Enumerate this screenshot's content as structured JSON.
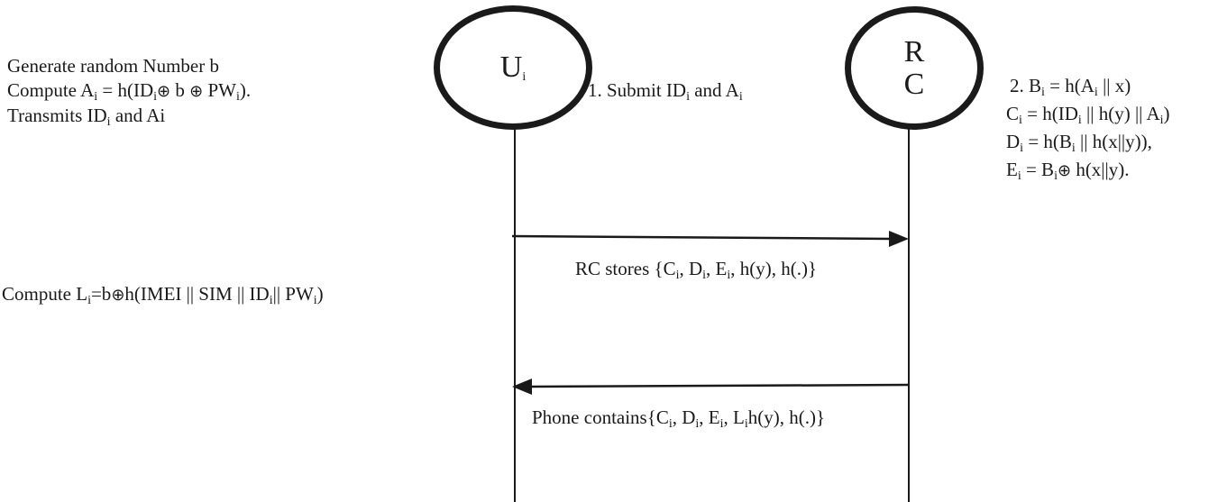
{
  "actors": {
    "user": {
      "name": "U",
      "sub": "i"
    },
    "rc": {
      "line1": "R",
      "line2": "C"
    }
  },
  "left_steps": {
    "line1": "Generate random Number b",
    "line2": {
      "p1": "Compute A",
      "s1": "i",
      "p2": " = h(ID",
      "s2": "i",
      "op1": "⊕",
      "p3": " b ",
      "op2": "⊕",
      "p4": " PW",
      "s3": "i",
      "p5": ")."
    },
    "line3": "Transmits ID",
    "line3_sub": "i",
    "line3_tail": " and Ai"
  },
  "compute_L": {
    "p1": "Compute L",
    "s1": "i",
    "p2": "=b",
    "op1": "⊕",
    "p3": "h(IMEI || SIM || ID",
    "s2": "i",
    "p4": "|| PW",
    "s3": "i",
    "p5": ")"
  },
  "message1": {
    "p1": "1. Submit ID",
    "s1": "i",
    "p2": " and A",
    "s2": "i"
  },
  "rc_compute": {
    "b": {
      "p1": "2.   B",
      "s1": "i",
      "p2": " = h(A",
      "s2": "i",
      "p3": " || x)"
    },
    "c": {
      "p1": "C",
      "s1": "i",
      "p2": " = h(ID",
      "s2": "i",
      "p3": " || h(y) || A",
      "s3": "i",
      "p4": ")"
    },
    "d": {
      "p1": "D",
      "s1": "i",
      "p2": " = h(B",
      "s2": "i",
      "p3": " || h(x||y)),",
      "s3": ""
    },
    "e": {
      "p1": "E",
      "s1": "i",
      "p2": " = B",
      "s2": "i",
      "op": "⊕",
      "p3": " h(x||y)."
    }
  },
  "rc_stores": {
    "p1": "RC stores {C",
    "s1": "i",
    "p2": ", D",
    "s2": "i",
    "p3": ", E",
    "s3": "i",
    "p4": ", h(y), h(.)}"
  },
  "phone_contains": {
    "p1": "Phone contains{C",
    "s1": "i",
    "p2": ", D",
    "s2": "i",
    "p3": ", E",
    "s3": "i",
    "p4": ", L",
    "s4": "i",
    "p5": "h(y), h(.)}"
  }
}
